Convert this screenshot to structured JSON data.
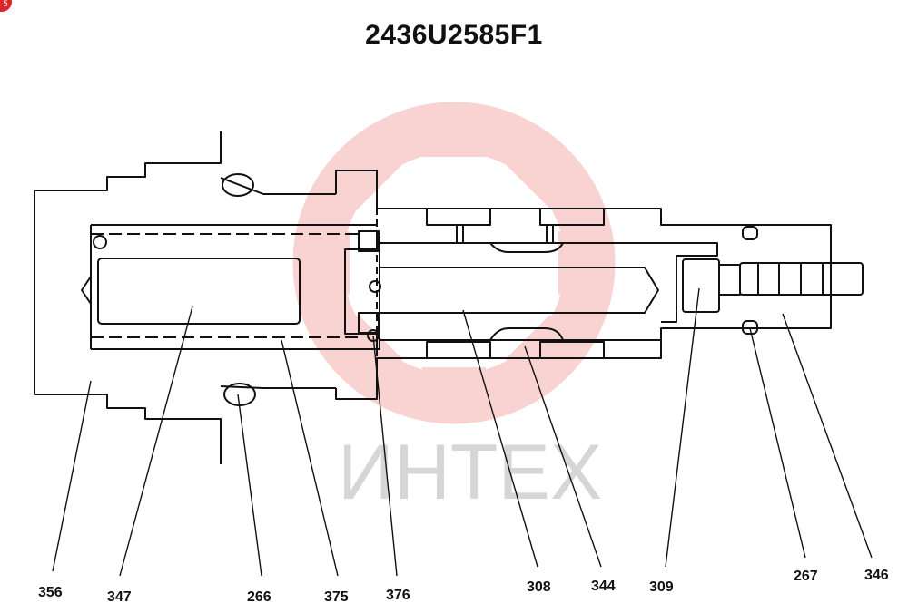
{
  "badge": {
    "text": "5"
  },
  "title": "2436U2585F1",
  "watermark": {
    "text": "ИНТЕХ",
    "gear_color": "#f7c4c4",
    "text_color": "#d6d6d6"
  },
  "parts": [
    {
      "id": "356"
    },
    {
      "id": "347"
    },
    {
      "id": "266"
    },
    {
      "id": "375"
    },
    {
      "id": "376"
    },
    {
      "id": "308"
    },
    {
      "id": "344"
    },
    {
      "id": "309"
    },
    {
      "id": "267"
    },
    {
      "id": "346"
    }
  ]
}
